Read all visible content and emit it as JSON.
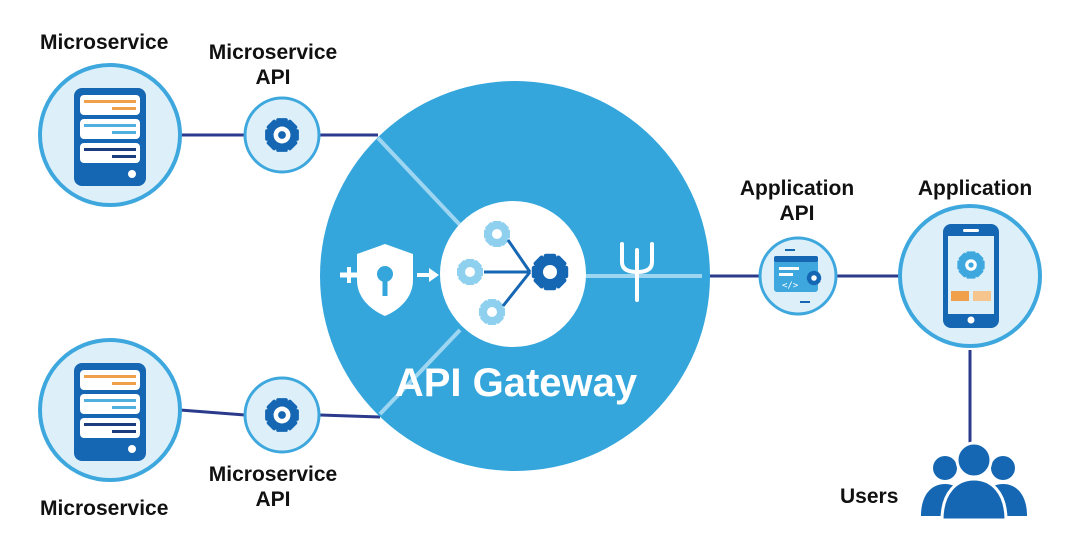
{
  "labels": {
    "microservice_top": "Microservice",
    "microservice_api_top": [
      "Microservice",
      "API"
    ],
    "microservice_bottom": "Microservice",
    "microservice_api_bottom": [
      "Microservice",
      "API"
    ],
    "application_api": [
      "Application",
      "API"
    ],
    "application": "Application",
    "users": "Users",
    "gateway": "API Gateway"
  },
  "colors": {
    "gateway_blue": "#34a6dc",
    "node_fill": "#ddf0fa",
    "node_ring": "#3ea8de",
    "connector": "#2b3a8c",
    "dark_blue": "#1567b3",
    "light_gear": "#8fd0ef",
    "orange": "#f0a04b"
  },
  "icons": {
    "microservice": "server-icon",
    "microservice_api": "gear-sync-icon",
    "application_api": "code-window-gear-icon",
    "application": "mobile-phone-gear-icon",
    "users": "users-group-icon",
    "security": "shield-key-icon",
    "routing": "gears-routing-icon",
    "fork": "fork-icon"
  }
}
